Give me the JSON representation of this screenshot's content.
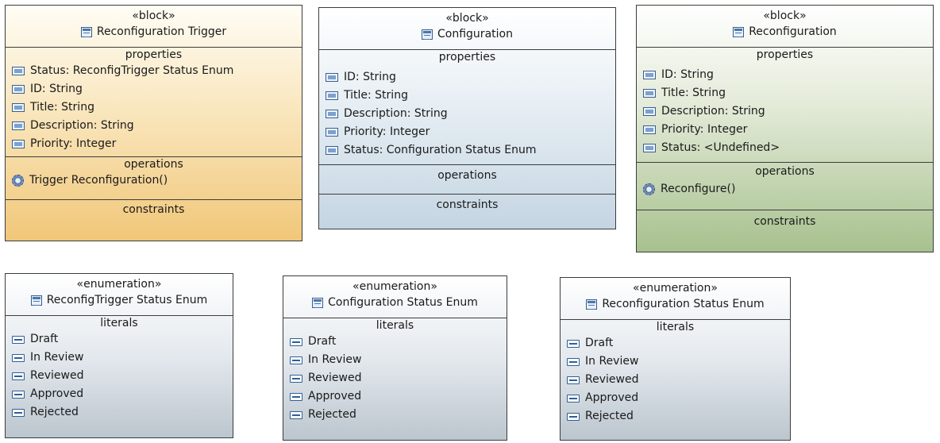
{
  "blocks": [
    {
      "stereotype": "«block»",
      "title": "Reconfiguration Trigger",
      "properties_label": "properties",
      "properties": [
        "Status: ReconfigTrigger Status Enum",
        "ID: String",
        "Title: String",
        "Description: String",
        "Priority: Integer"
      ],
      "operations_label": "operations",
      "operations": [
        "Trigger Reconfiguration()"
      ],
      "constraints_label": "constraints"
    },
    {
      "stereotype": "«block»",
      "title": "Configuration",
      "properties_label": "properties",
      "properties": [
        "ID: String",
        "Title: String",
        "Description: String",
        "Priority: Integer",
        "Status: Configuration Status Enum"
      ],
      "operations_label": "operations",
      "operations": [],
      "constraints_label": "constraints"
    },
    {
      "stereotype": "«block»",
      "title": "Reconfiguration",
      "properties_label": "properties",
      "properties": [
        "ID: String",
        "Title: String",
        "Description: String",
        "Priority: Integer",
        "Status: <Undefined>"
      ],
      "operations_label": "operations",
      "operations": [
        "Reconfigure()"
      ],
      "constraints_label": "constraints"
    }
  ],
  "enums": [
    {
      "stereotype": "«enumeration»",
      "title": "ReconfigTrigger Status Enum",
      "literals_label": "literals",
      "literals": [
        "Draft",
        "In Review",
        "Reviewed",
        "Approved",
        "Rejected"
      ]
    },
    {
      "stereotype": "«enumeration»",
      "title": "Configuration Status Enum",
      "literals_label": "literals",
      "literals": [
        "Draft",
        "In Review",
        "Reviewed",
        "Approved",
        "Rejected"
      ]
    },
    {
      "stereotype": "«enumeration»",
      "title": "Reconfiguration Status Enum",
      "literals_label": "literals",
      "literals": [
        "Draft",
        "In Review",
        "Reviewed",
        "Approved",
        "Rejected"
      ]
    }
  ],
  "icons": {
    "block": "block-icon",
    "property": "property-icon",
    "operation": "operation-gear-icon",
    "literal": "enum-literal-icon"
  },
  "colors": {
    "trigger_block": "#f1c779",
    "configuration_block": "#c4d5e2",
    "reconfiguration_block": "#a7c18e",
    "enumeration": "#bcc6ce"
  }
}
